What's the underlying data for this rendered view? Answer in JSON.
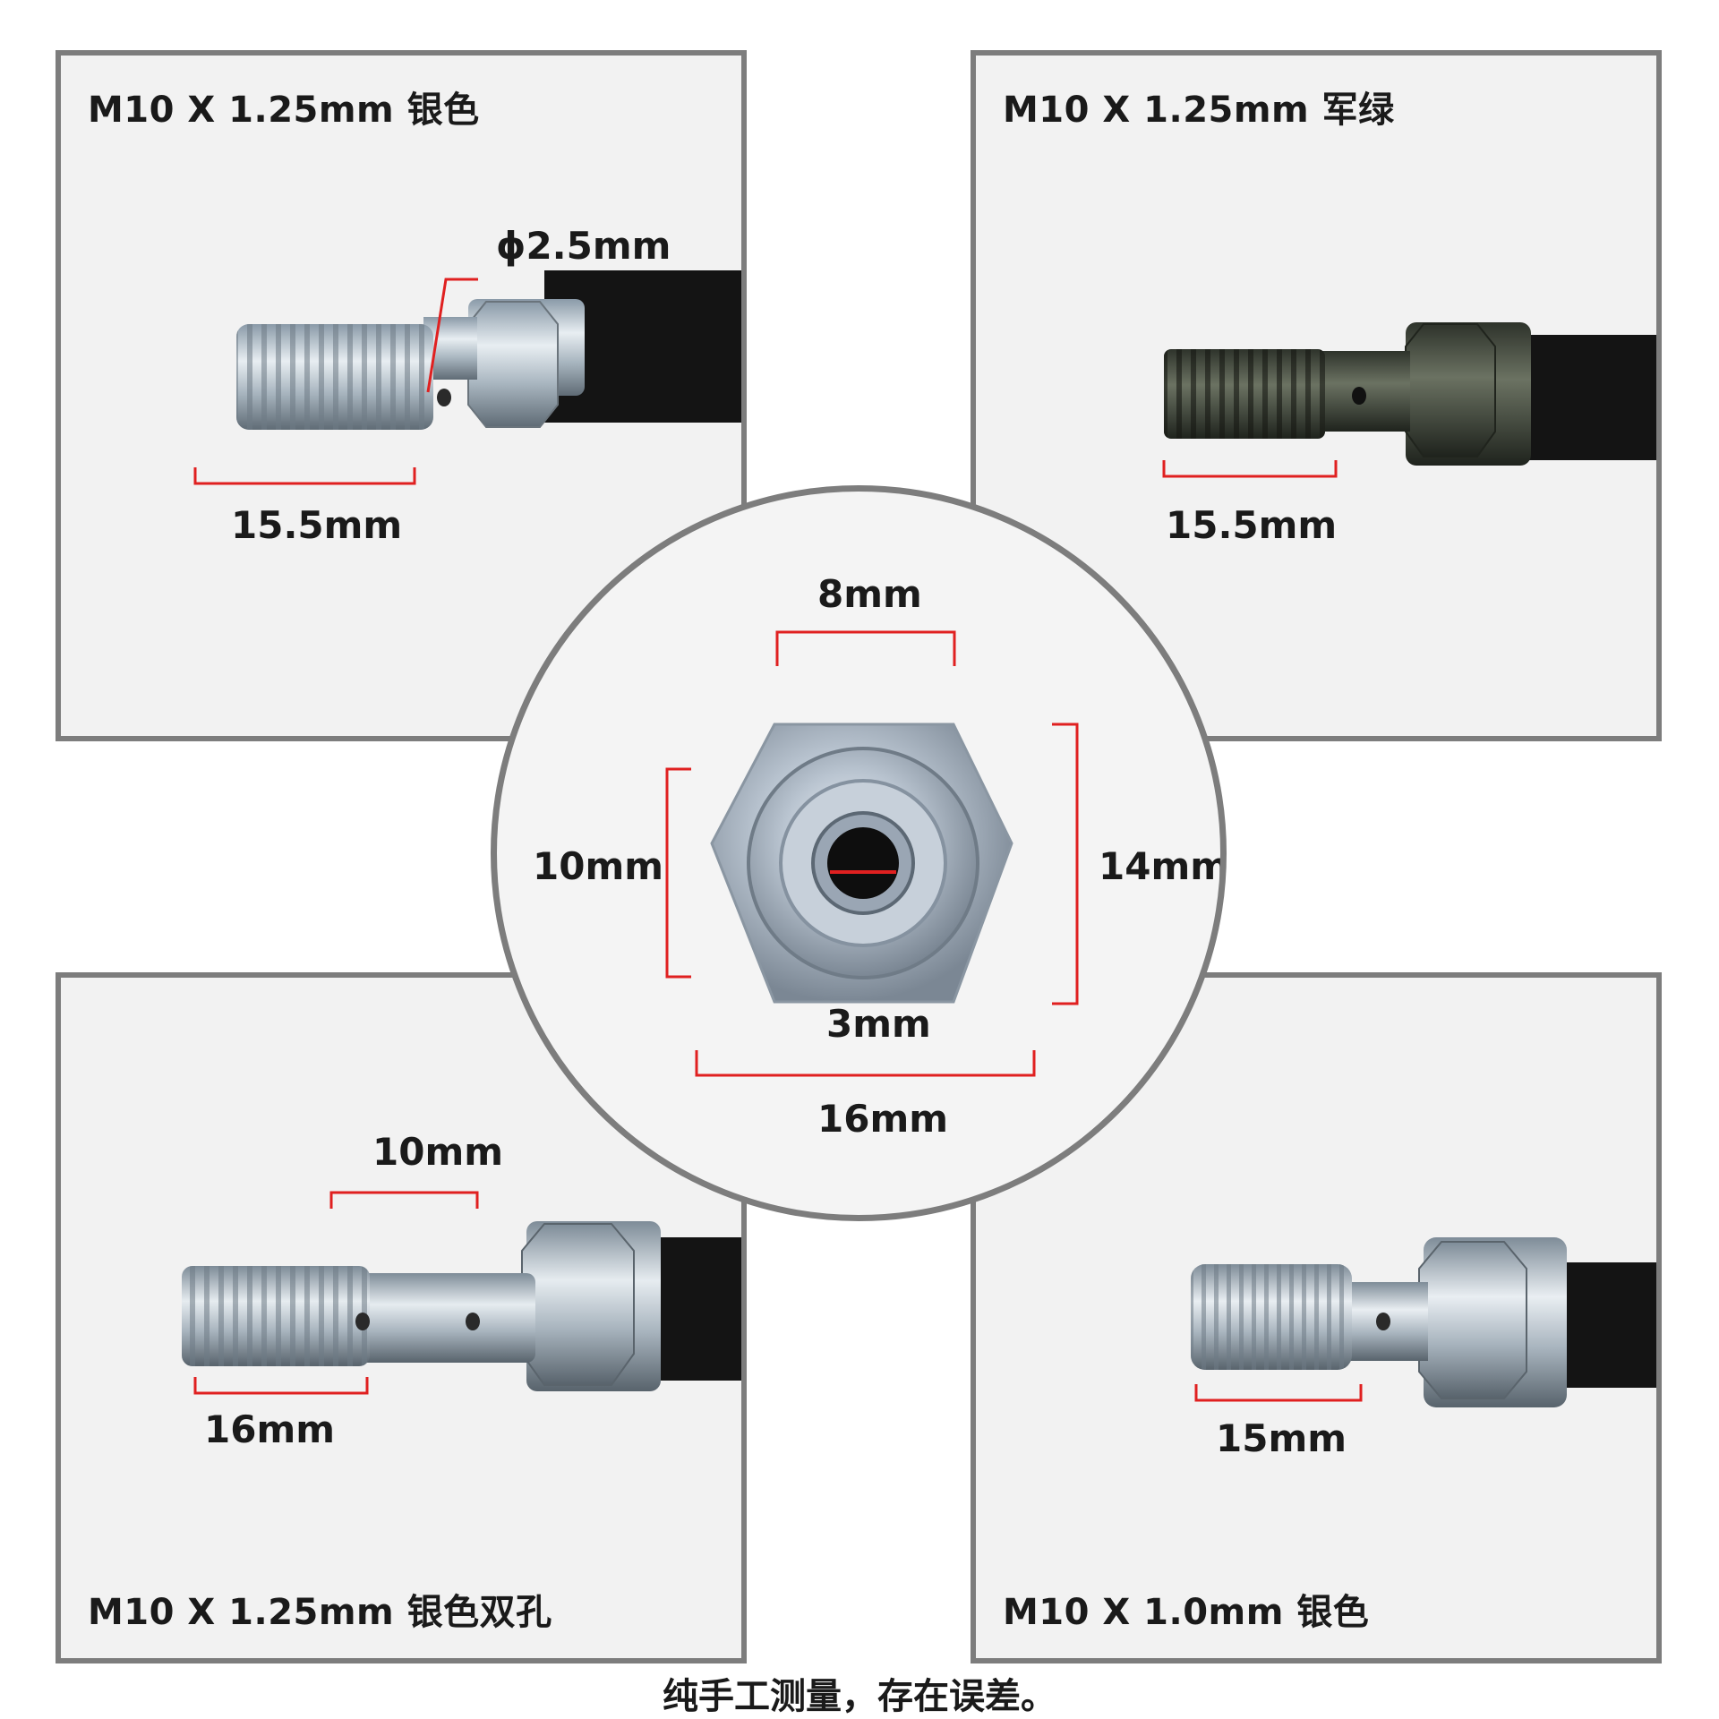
{
  "panels": {
    "top_left": {
      "title": "M10 X 1.25mm 银色",
      "hole_label": "ϕ2.5mm",
      "thread_label": "15.5mm"
    },
    "top_right": {
      "title": "M10 X 1.25mm 军绿",
      "thread_label": "15.5mm"
    },
    "bottom_left": {
      "title": "M10 X 1.25mm 银色双孔",
      "spacing_label": "10mm",
      "thread_label": "16mm"
    },
    "bottom_right": {
      "title": "M10 X 1.0mm 银色",
      "thread_label": "15mm"
    }
  },
  "center": {
    "top_label": "8mm",
    "left_label": "10mm",
    "right_label": "14mm",
    "bore_label": "3mm",
    "bottom_label": "16mm"
  },
  "footer": {
    "note": "纯手工测量，存在误差。"
  },
  "colors": {
    "dimension_line": "#e02020",
    "border": "#7d7d7d"
  }
}
